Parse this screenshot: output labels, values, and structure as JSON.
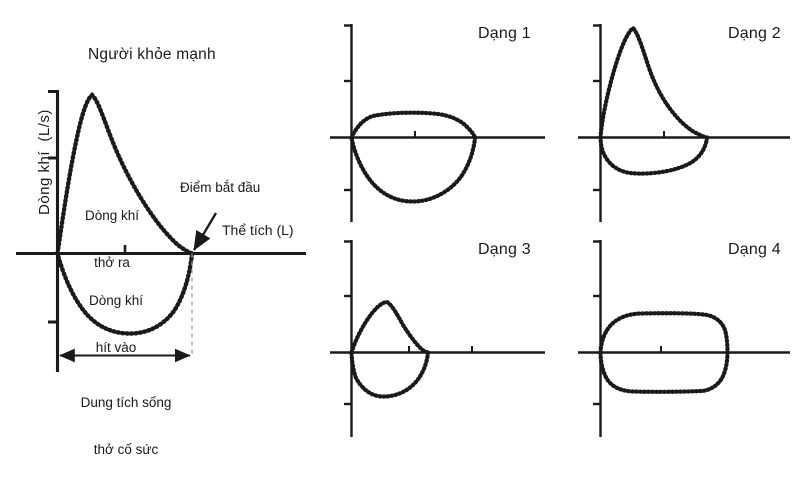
{
  "figure": {
    "kind": "flow-volume-loop-diagram",
    "background_color": "#ffffff",
    "ink_color": "#1a1a1a",
    "dashed_guide_color": "#9a9a9a"
  },
  "main_panel": {
    "title": "Người khỏe mạnh",
    "y_axis_label": "Dòng khí  (L/s)",
    "x_axis_label": "Thể tích (L)",
    "annotations": {
      "expiratory": "Dòng khí\nthở ra",
      "expiratory_line1": "Dòng khí",
      "expiratory_line2": "thở ra",
      "inspiratory_line1": "Dòng khí",
      "inspiratory_line2": "hít vào",
      "start_point": "Điểm bắt đầu",
      "capacity_line1": "Dung tích sống",
      "capacity_line2": "thở cố sức"
    }
  },
  "panels": [
    {
      "id": "dang-1",
      "label": "Dạng 1"
    },
    {
      "id": "dang-2",
      "label": "Dạng 2"
    },
    {
      "id": "dang-3",
      "label": "Dạng 3"
    },
    {
      "id": "dang-4",
      "label": "Dạng 4"
    }
  ],
  "chart_data": {
    "type": "line",
    "title": "Người khỏe mạnh",
    "xlabel": "Thể tích (L)",
    "ylabel": "Dòng khí  (L/s)",
    "grid": false,
    "legend": "none",
    "description": "Flow-volume loops: one normal (healthy) reference loop plus four abnormal pattern loops labelled Dạng 1 to Dạng 4. Values are in normalised axis units; positive flow = expiration (above axis), negative flow = inspiration (below axis).",
    "charts": [
      {
        "name": "Người khỏe mạnh",
        "xlim": [
          0,
          1.35
        ],
        "ylim": [
          -0.62,
          1.0
        ],
        "series": [
          {
            "name": "Dòng khí thở ra",
            "phase": "expiration",
            "x": [
              0.0,
              0.05,
              0.13,
              0.26,
              0.4,
              0.55,
              0.7,
              0.82,
              0.93,
              1.0
            ],
            "y": [
              0.0,
              0.38,
              0.82,
              1.0,
              0.8,
              0.6,
              0.41,
              0.26,
              0.12,
              0.0
            ]
          },
          {
            "name": "Dòng khí hít vào",
            "phase": "inspiration",
            "x": [
              1.0,
              0.9,
              0.78,
              0.64,
              0.5,
              0.38,
              0.26,
              0.15,
              0.07,
              0.02,
              0.0
            ],
            "y": [
              0.0,
              -0.24,
              -0.42,
              -0.53,
              -0.58,
              -0.59,
              -0.56,
              -0.48,
              -0.34,
              -0.18,
              0.0
            ]
          }
        ],
        "markers": [
          {
            "name": "Điểm bắt đầu",
            "x": 1.0,
            "y": 0.0
          }
        ],
        "spans": [
          {
            "name": "Dung tích sống thở cố sức",
            "from_x": 0.0,
            "to_x": 1.0
          }
        ]
      },
      {
        "name": "Dạng 1",
        "pattern": "flattened low-flow plateau loop",
        "xlim": [
          0,
          1.5
        ],
        "ylim": [
          -0.95,
          1.0
        ],
        "series": [
          {
            "name": "expiration",
            "phase": "expiration",
            "x": [
              0.0,
              0.06,
              0.14,
              0.3,
              0.5,
              0.68,
              0.8,
              0.88,
              0.93,
              0.97,
              1.0
            ],
            "y": [
              0.0,
              0.26,
              0.37,
              0.39,
              0.39,
              0.37,
              0.32,
              0.24,
              0.15,
              0.07,
              0.0
            ]
          },
          {
            "name": "inspiration",
            "phase": "inspiration",
            "x": [
              1.0,
              0.94,
              0.86,
              0.74,
              0.6,
              0.46,
              0.33,
              0.21,
              0.11,
              0.04,
              0.0
            ],
            "y": [
              0.0,
              -0.3,
              -0.55,
              -0.74,
              -0.84,
              -0.86,
              -0.8,
              -0.66,
              -0.46,
              -0.22,
              0.0
            ]
          }
        ]
      },
      {
        "name": "Dạng 2",
        "pattern": "normal-looking expiratory peak with blunted inspiratory limb",
        "xlim": [
          0,
          1.5
        ],
        "ylim": [
          -0.4,
          1.25
        ],
        "series": [
          {
            "name": "expiration",
            "phase": "expiration",
            "x": [
              0.0,
              0.04,
              0.12,
              0.24,
              0.33,
              0.45,
              0.6,
              0.74,
              0.86,
              0.95,
              1.0
            ],
            "y": [
              0.0,
              0.4,
              0.85,
              1.13,
              1.2,
              1.0,
              0.75,
              0.52,
              0.31,
              0.13,
              0.0
            ]
          },
          {
            "name": "inspiration",
            "phase": "inspiration",
            "x": [
              1.0,
              0.92,
              0.82,
              0.68,
              0.54,
              0.4,
              0.28,
              0.17,
              0.08,
              0.02,
              0.0
            ],
            "y": [
              0.0,
              -0.18,
              -0.27,
              -0.32,
              -0.34,
              -0.34,
              -0.33,
              -0.3,
              -0.24,
              -0.13,
              0.0
            ]
          }
        ]
      },
      {
        "name": "Dạng 3",
        "pattern": "small narrow loop, reduced volume",
        "xlim": [
          0,
          1.5
        ],
        "ylim": [
          -0.62,
          1.0
        ],
        "series": [
          {
            "name": "expiration",
            "phase": "expiration",
            "x": [
              0.0,
              0.04,
              0.1,
              0.17,
              0.24,
              0.3,
              0.36,
              0.4,
              0.43,
              0.45
            ],
            "y": [
              0.0,
              0.24,
              0.48,
              0.62,
              0.6,
              0.5,
              0.36,
              0.22,
              0.1,
              0.0
            ]
          },
          {
            "name": "inspiration",
            "phase": "inspiration",
            "x": [
              0.45,
              0.42,
              0.37,
              0.31,
              0.25,
              0.19,
              0.13,
              0.07,
              0.03,
              0.0
            ],
            "y": [
              0.0,
              -0.22,
              -0.39,
              -0.48,
              -0.51,
              -0.49,
              -0.43,
              -0.33,
              -0.18,
              0.0
            ]
          }
        ]
      },
      {
        "name": "Dạng 4",
        "pattern": "flat-topped box loop, fixed obstruction",
        "xlim": [
          0,
          1.5
        ],
        "ylim": [
          -0.62,
          1.0
        ],
        "series": [
          {
            "name": "expiration",
            "phase": "expiration",
            "x": [
              0.0,
              0.03,
              0.07,
              0.13,
              0.3,
              0.55,
              0.75,
              0.85,
              0.91,
              0.95,
              0.98,
              1.0
            ],
            "y": [
              0.0,
              0.2,
              0.36,
              0.45,
              0.47,
              0.47,
              0.46,
              0.42,
              0.34,
              0.24,
              0.12,
              0.0
            ]
          },
          {
            "name": "inspiration",
            "phase": "inspiration",
            "x": [
              1.0,
              0.98,
              0.95,
              0.91,
              0.85,
              0.72,
              0.5,
              0.28,
              0.15,
              0.09,
              0.05,
              0.02,
              0.0
            ],
            "y": [
              0.0,
              -0.14,
              -0.26,
              -0.36,
              -0.42,
              -0.45,
              -0.45,
              -0.45,
              -0.43,
              -0.37,
              -0.28,
              -0.16,
              0.0
            ]
          }
        ]
      }
    ]
  }
}
